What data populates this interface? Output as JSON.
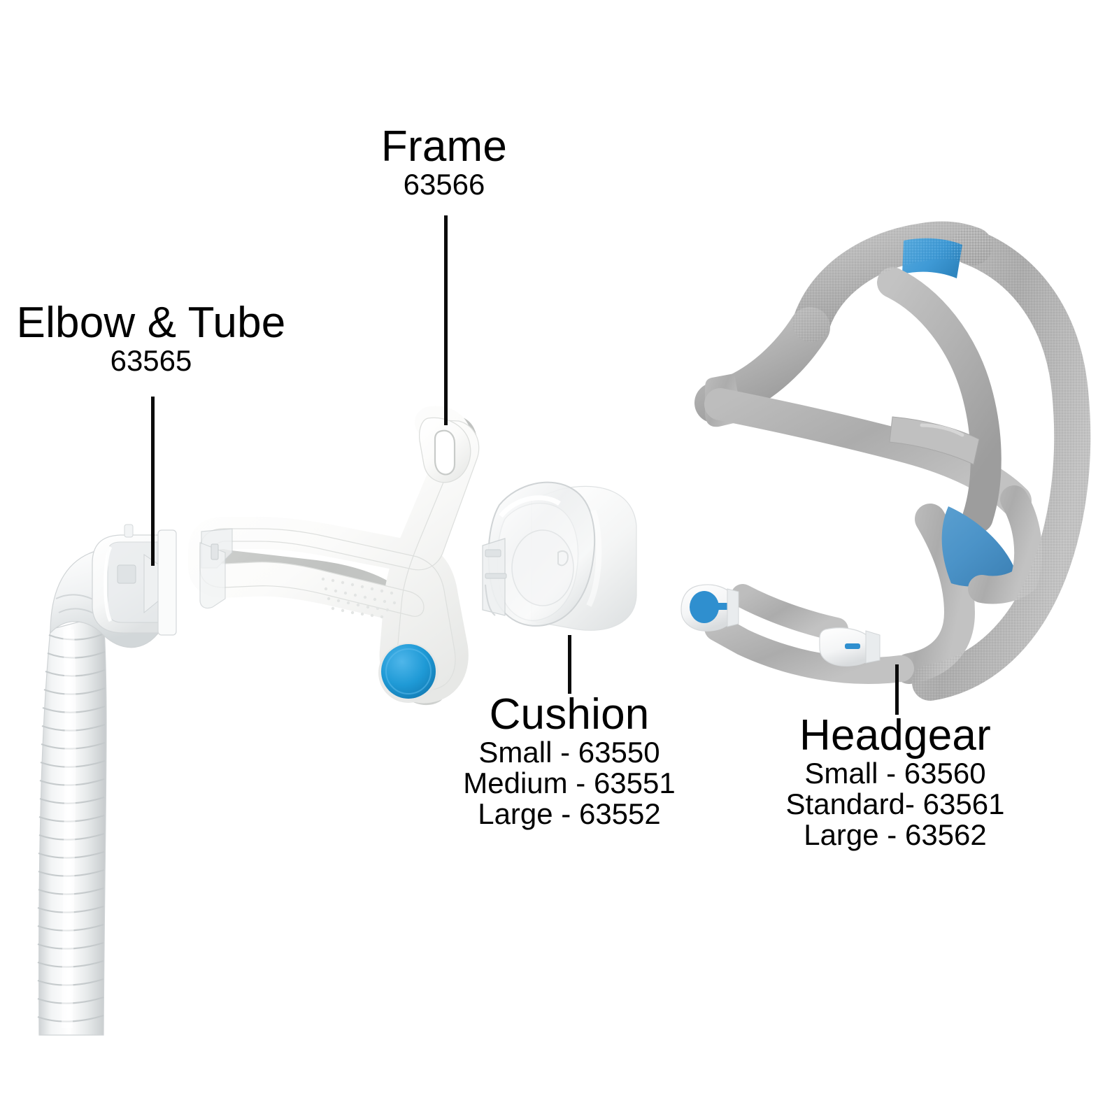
{
  "page": {
    "background": "#ffffff",
    "kind": "product-parts-diagram",
    "subject": "CPAP nasal mask replacement parts"
  },
  "colors": {
    "text": "#000000",
    "leader_line": "#0b0b0b",
    "accent_blue_button": "#1f9ad6",
    "accent_blue_button_dark": "#1683bb",
    "headgear_blue_panel": "#4b93c8",
    "headgear_blue_top": "#3f9ad6",
    "headgear_gray": "#b2b2b2",
    "headgear_gray_dark": "#9a9a9a",
    "frame_white": "#fbfbf9",
    "frame_gray_edge": "#c9cbc9",
    "tube_clear": "#e9ebec"
  },
  "labels": [
    {
      "key": "elbow",
      "name": "Elbow & Tube",
      "title": "Elbow & Tube",
      "part_numbers": [
        "63565"
      ],
      "sizes": [],
      "lines": [
        "63565"
      ]
    },
    {
      "key": "frame",
      "name": "Frame",
      "title": "Frame",
      "part_numbers": [
        "63566"
      ],
      "sizes": [],
      "lines": [
        "63566"
      ]
    },
    {
      "key": "cushion",
      "name": "Cushion",
      "title": "Cushion",
      "part_numbers": [
        "63550",
        "63551",
        "63552"
      ],
      "sizes": [
        "Small",
        "Medium",
        "Large"
      ],
      "lines": [
        "Small - 63550",
        "Medium - 63551",
        "Large - 63552"
      ]
    },
    {
      "key": "headgear",
      "name": "Headgear",
      "title": "Headgear",
      "part_numbers": [
        "63560",
        "63561",
        "63562"
      ],
      "sizes": [
        "Small",
        "Standard",
        "Large"
      ],
      "lines": [
        "Small - 63560",
        "Standard- 63561",
        "Large - 63562"
      ]
    }
  ],
  "elbow": {
    "title": "Elbow & Tube",
    "line1": "63565"
  },
  "frame": {
    "title": "Frame",
    "line1": "63566"
  },
  "cushion": {
    "title": "Cushion",
    "line1": "Small - 63550",
    "line2": "Medium - 63551",
    "line3": "Large - 63552"
  },
  "headgear": {
    "title": "Headgear",
    "line1": "Small - 63560",
    "line2": "Standard- 63561",
    "line3": "Large - 63562"
  },
  "icons": {
    "elbow_tube": "elbow-and-tube-icon",
    "frame": "mask-frame-icon",
    "cushion": "nasal-cushion-icon",
    "headgear": "headgear-straps-icon"
  }
}
